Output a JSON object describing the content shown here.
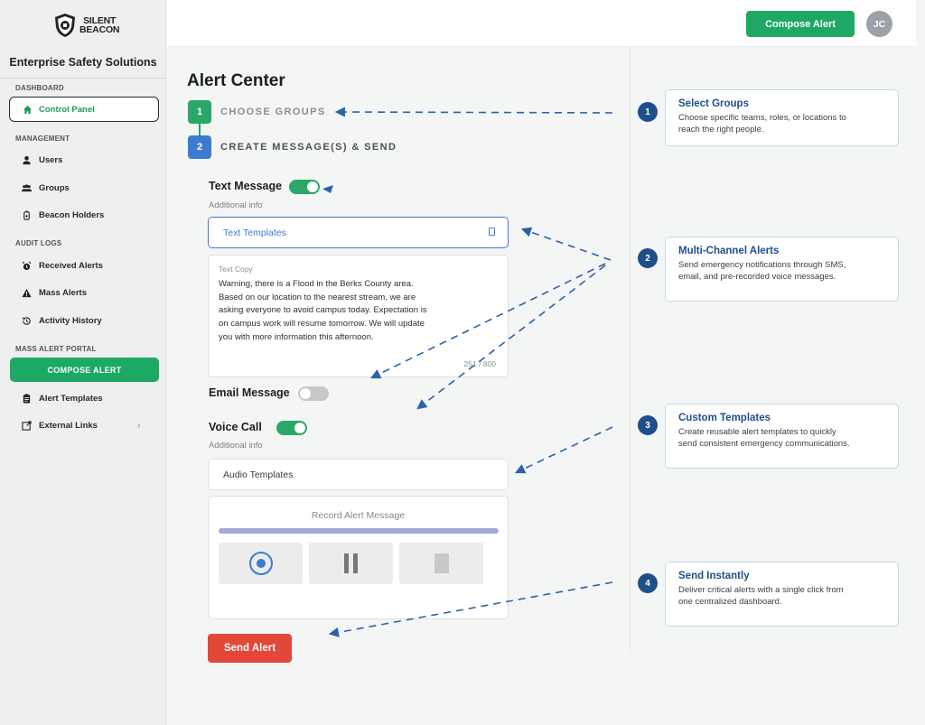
{
  "brand": {
    "line1": "SILENT",
    "line2": "BEACON",
    "org": "Enterprise Safety Solutions"
  },
  "sidebar": {
    "sections": {
      "dashboard": "DASHBOARD",
      "management": "MANAGEMENT",
      "audit": "AUDIT LOGS",
      "portal": "MASS ALERT PORTAL"
    },
    "control_panel": "Control Panel",
    "management_items": [
      "Users",
      "Groups",
      "Beacon Holders"
    ],
    "audit_items": [
      "Received Alerts",
      "Mass Alerts",
      "Activity History"
    ],
    "compose": "COMPOSE ALERT",
    "portal_items": [
      "Alert Templates",
      "External Links"
    ]
  },
  "header": {
    "compose": "Compose Alert",
    "avatar": "JC"
  },
  "main": {
    "title": "Alert Center",
    "steps": [
      {
        "num": "1",
        "label": "CHOOSE GROUPS"
      },
      {
        "num": "2",
        "label": "CREATE MESSAGE(S) & SEND"
      }
    ],
    "text_message": {
      "label": "Text Message",
      "sub": "Additional info",
      "template_placeholder": "Text Templates",
      "copy_label": "Text Copy",
      "copy": "Warning, there is a Flood in the Berks County area. Based on our location to the nearest stream, we are asking everyone to avoid campus today. Expectation is on campus work will resume tomorrow. We will update you with more information this afternoon.",
      "count": "251 / 800",
      "enabled": true
    },
    "email_message": {
      "label": "Email Message",
      "enabled": false
    },
    "voice_call": {
      "label": "Voice Call",
      "sub": "Additional info",
      "template_placeholder": "Audio Templates",
      "record_title": "Record Alert Message",
      "enabled": true
    },
    "send": "Send Alert"
  },
  "callouts": [
    {
      "num": "1",
      "title": "Select Groups",
      "body": "Choose specific teams, roles, or locations to reach the right people."
    },
    {
      "num": "2",
      "title": "Multi-Channel Alerts",
      "body": "Send emergency notifications through SMS, email, and pre-recorded voice messages."
    },
    {
      "num": "3",
      "title": "Custom Templates",
      "body": "Create reusable alert templates to quickly send consistent emergency communications."
    },
    {
      "num": "4",
      "title": "Send Instantly",
      "body": "Deliver critical alerts with a single click from one centralized dashboard."
    }
  ],
  "colors": {
    "green": "#1ea866",
    "blue": "#1f4f8a",
    "red": "#e2473a",
    "step2": "#3d7bd0"
  }
}
